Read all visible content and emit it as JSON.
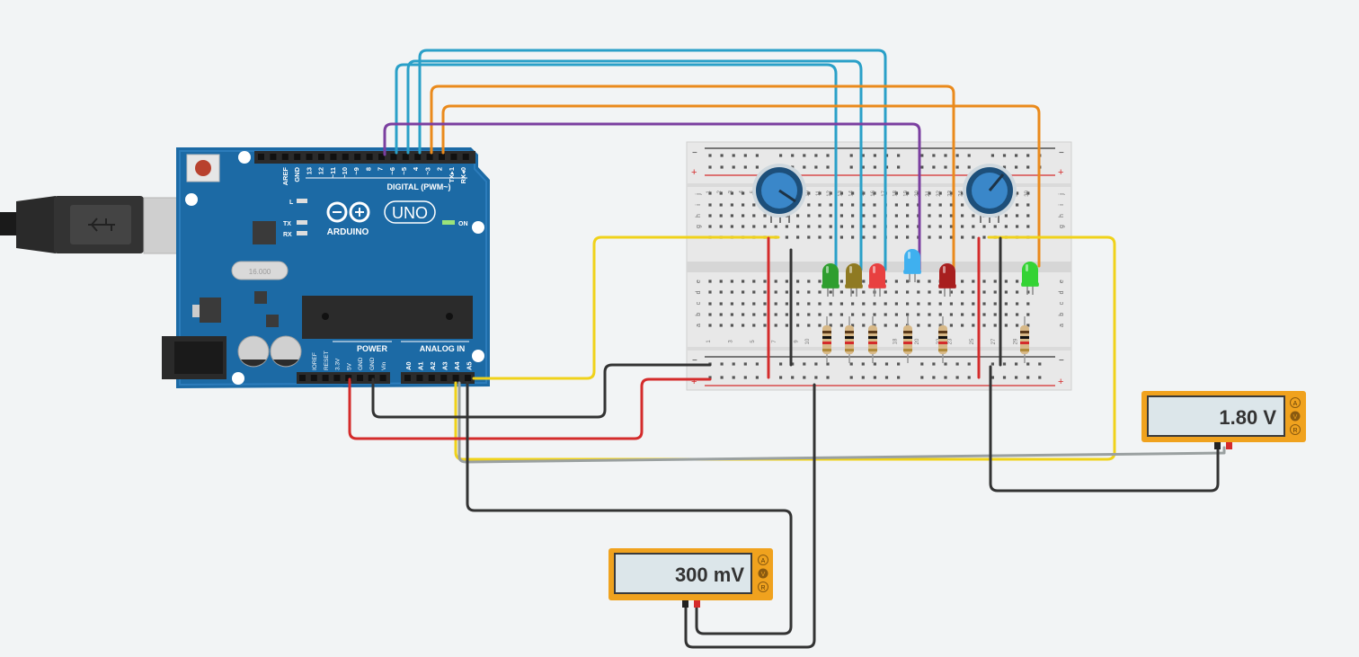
{
  "arduino": {
    "brand": "ARDUINO",
    "model": "UNO",
    "digital_label": "DIGITAL (PWM~)",
    "power_label": "POWER",
    "analog_label": "ANALOG IN",
    "on_label": "ON",
    "led_labels": [
      "L",
      "TX",
      "RX"
    ],
    "crystal_label": "16.000",
    "digital_pins": [
      "AREF",
      "GND",
      "13",
      "12",
      "~11",
      "~10",
      "~9",
      "8",
      "7",
      "~6",
      "~5",
      "4",
      "~3",
      "2",
      "TX▸1",
      "RX◂0"
    ],
    "power_pins": [
      "IOREF",
      "RESET",
      "3.3V",
      "5V",
      "GND",
      "GND",
      "Vin"
    ],
    "analog_pins": [
      "A0",
      "A1",
      "A2",
      "A3",
      "A4",
      "A5"
    ]
  },
  "breadboard": {
    "row_letters_top": [
      "f",
      "g",
      "h",
      "i",
      "j"
    ],
    "row_letters_bottom": [
      "a",
      "b",
      "c",
      "d",
      "e"
    ],
    "rail_plus": "+",
    "rail_minus": "−",
    "column_numbers_top": [
      "1",
      "2",
      "3",
      "4",
      "5",
      "6",
      "7",
      "8",
      "9",
      "10",
      "11",
      "12",
      "13",
      "14",
      "15",
      "16",
      "17",
      "18",
      "19",
      "20",
      "21",
      "22",
      "23",
      "24",
      "25",
      "26",
      "27",
      "28",
      "29",
      "30"
    ],
    "column_numbers_bottom": [
      "1",
      "3",
      "5",
      "7",
      "9",
      "10",
      "12",
      "14",
      "16",
      "18",
      "19",
      "20",
      "22",
      "23",
      "25",
      "27",
      "29",
      "30"
    ]
  },
  "multimeters": [
    {
      "reading": "1.80 V",
      "modes": [
        "A",
        "V",
        "R"
      ],
      "active_mode": "V"
    },
    {
      "reading": "300 mV",
      "modes": [
        "A",
        "V",
        "R"
      ],
      "active_mode": "V"
    }
  ],
  "leds": [
    {
      "color": "green",
      "hex": "#2f9e2f"
    },
    {
      "color": "olive",
      "hex": "#8f7a22"
    },
    {
      "color": "red",
      "hex": "#e84040"
    },
    {
      "color": "blue",
      "hex": "#3fb0ef"
    },
    {
      "color": "dark-red",
      "hex": "#a81f1f"
    },
    {
      "color": "bright-green",
      "hex": "#35d335"
    }
  ],
  "wire_colors": {
    "blue": "#2aa0c8",
    "orange": "#ea8a1c",
    "purple": "#7b3fa0",
    "yellow": "#f0d21a",
    "red": "#d42b2b",
    "black": "#333333",
    "gray": "#9aa0a0"
  },
  "colors": {
    "background": "#f2f4f5",
    "board_blue": "#1c6aa5",
    "meter_body": "#f0a21e",
    "meter_screen": "#dce6ea"
  }
}
